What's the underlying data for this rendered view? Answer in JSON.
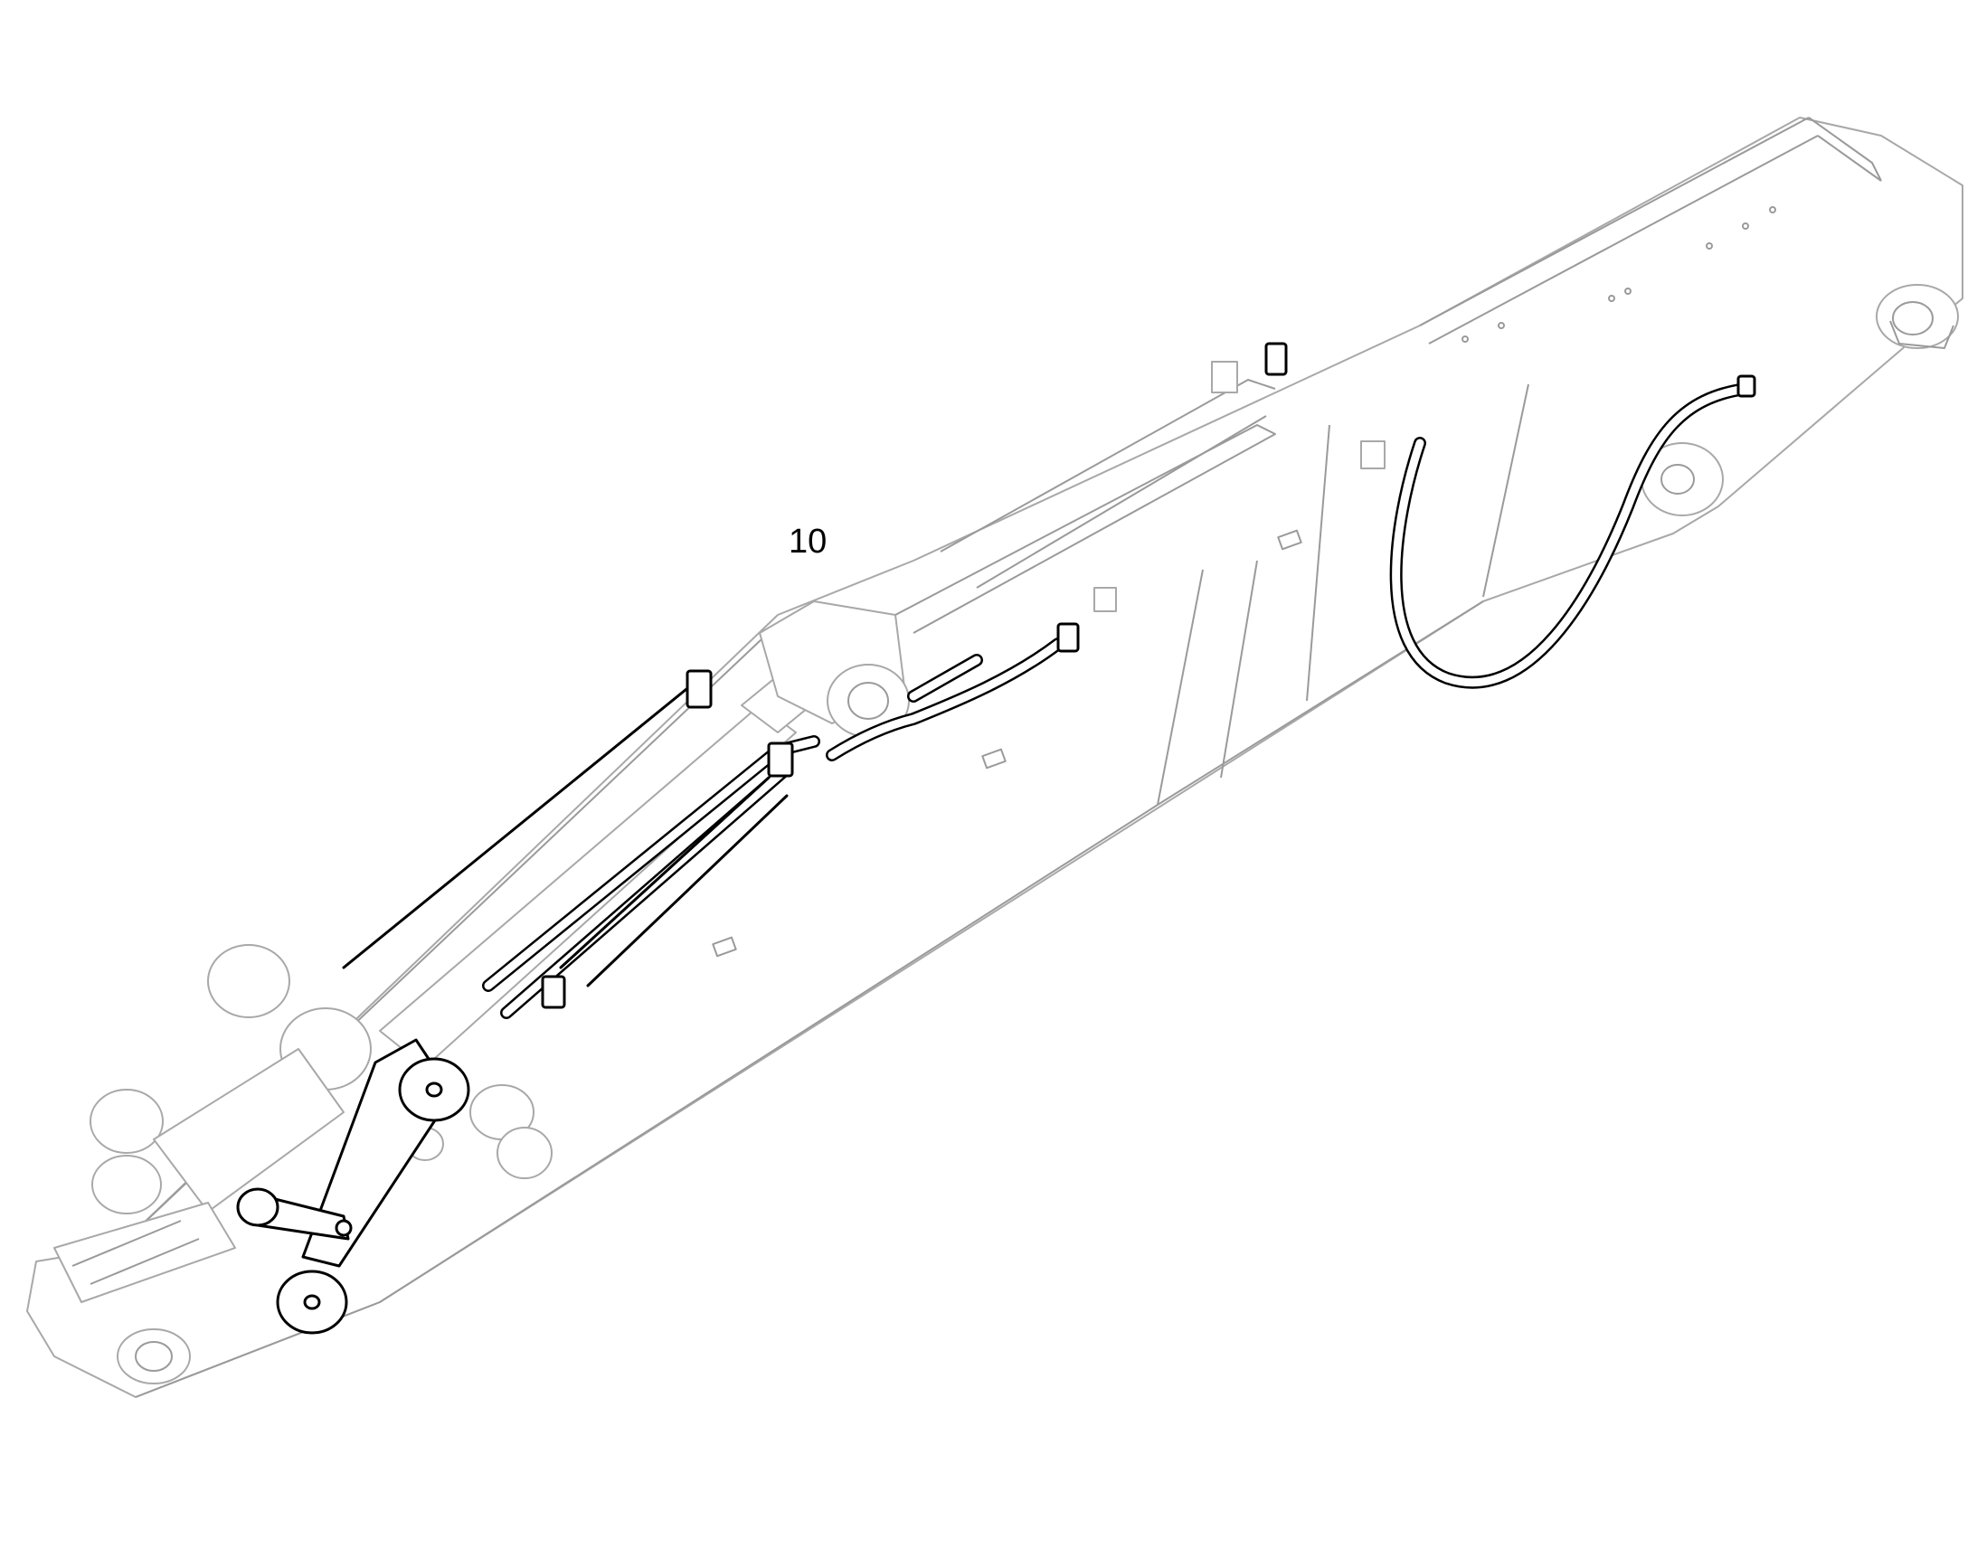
{
  "diagram": {
    "callout_label": "10",
    "parts": [
      {
        "name": "boom-arm-outline"
      },
      {
        "name": "boom-cylinder"
      },
      {
        "name": "hydraulic-hose-pair"
      },
      {
        "name": "return-hose-loop"
      },
      {
        "name": "bucket-linkage"
      }
    ]
  }
}
